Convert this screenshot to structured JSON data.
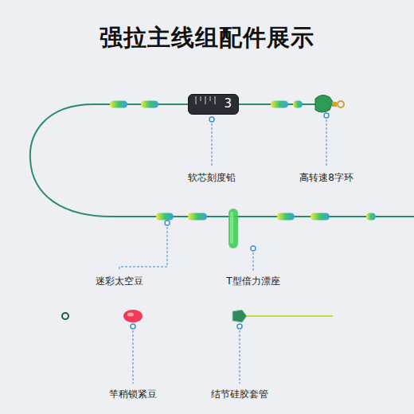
{
  "diagram": {
    "title": "强拉主线组配件展示",
    "nodes": [
      {
        "text": [
          "3"
        ]
      }
    ],
    "labels": [
      "软芯刻度铅",
      "高转速8字环",
      "迷彩太空豆",
      "T型倍力漂座",
      "竿稍锁紧豆",
      "结节硅胶套管"
    ]
  }
}
